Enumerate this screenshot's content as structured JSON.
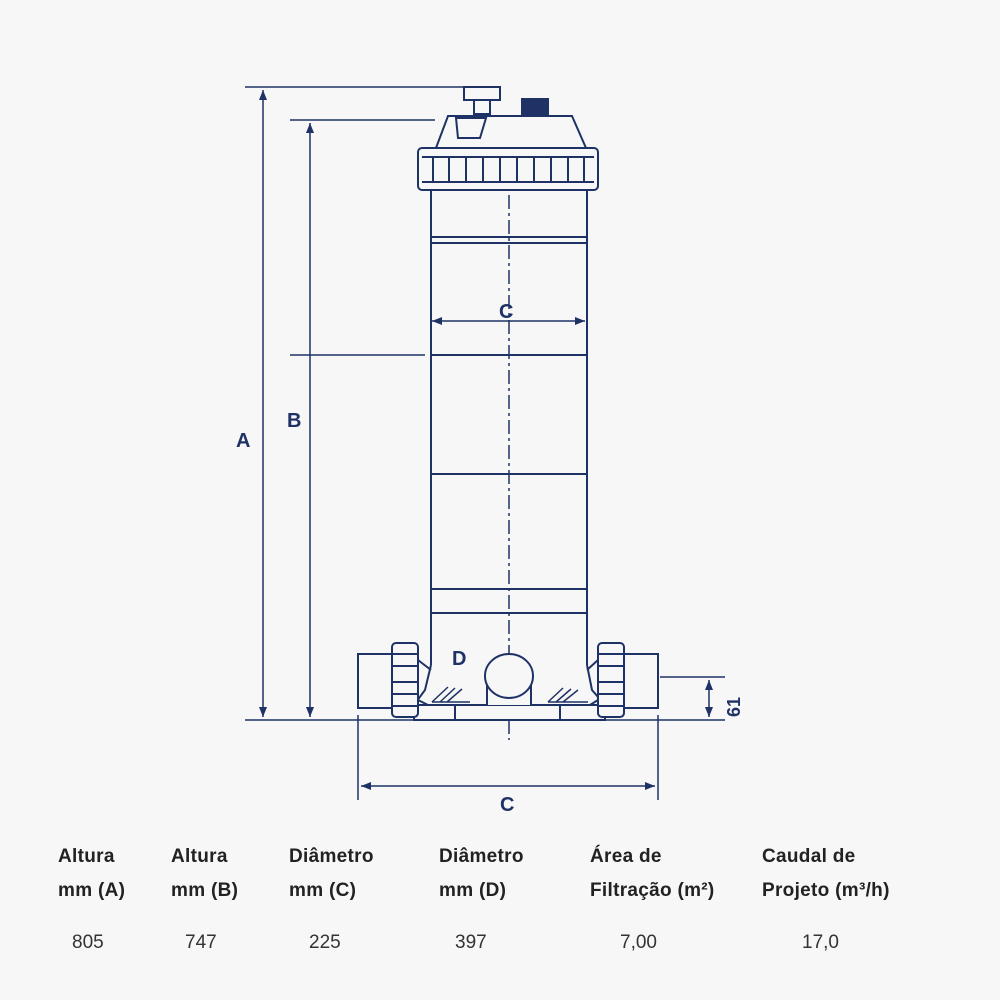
{
  "diagram": {
    "labels": {
      "a": "A",
      "b": "B",
      "c_inner": "C",
      "c_outer": "C",
      "d": "D",
      "height_61": "61"
    },
    "colors": {
      "stroke": "#1f3266",
      "fill": "#f7f7f7",
      "knob": "#1f3266"
    }
  },
  "table": {
    "columns": [
      {
        "header_line1": "Altura",
        "header_line2": "mm (A)",
        "value": "805"
      },
      {
        "header_line1": "Altura",
        "header_line2": "mm (B)",
        "value": "747"
      },
      {
        "header_line1": "Diâmetro",
        "header_line2": "mm (C)",
        "value": "225"
      },
      {
        "header_line1": "Diâmetro",
        "header_line2": "mm (D)",
        "value": "397"
      },
      {
        "header_line1": "Área de",
        "header_line2": "Filtração (m²)",
        "value": "7,00"
      },
      {
        "header_line1": "Caudal de",
        "header_line2": "Projeto (m³/h)",
        "value": "17,0"
      }
    ]
  }
}
